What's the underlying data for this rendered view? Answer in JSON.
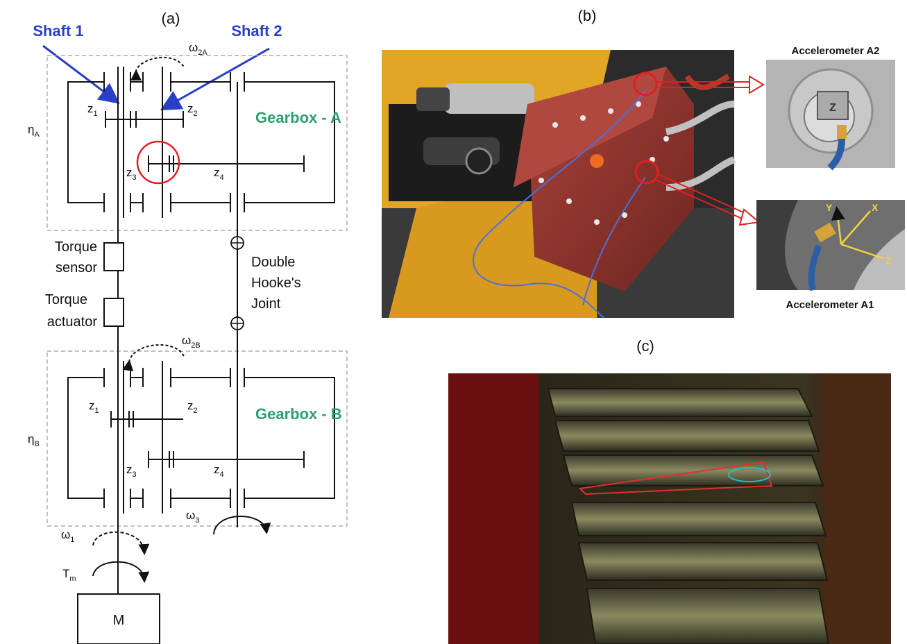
{
  "panels": {
    "a": "(a)",
    "b": "(b)",
    "c": "(c)"
  },
  "shafts": {
    "shaft1": "Shaft 1",
    "shaft2": "Shaft 2"
  },
  "gearboxes": {
    "a": "Gearbox - A",
    "b": "Gearbox - B"
  },
  "symbols": {
    "omega": "ω",
    "eta": "η",
    "z": "z",
    "T": "T",
    "sub_2A": "2A",
    "sub_2B": "2B",
    "sub_1": "1",
    "sub_3": "3",
    "sub_A": "A",
    "sub_B": "B",
    "sub_m": "m",
    "sub_z1": "1",
    "sub_z2": "2",
    "sub_z3": "3",
    "sub_z4": "4"
  },
  "components": {
    "torque_sensor": [
      "Torque",
      "sensor"
    ],
    "torque_actuator": [
      "Torque",
      "actuator"
    ],
    "hooke": [
      "Double",
      "Hooke's",
      "Joint"
    ],
    "motor": "M"
  },
  "accelerometers": {
    "a1": "Accelerometer A1",
    "a2": "Accelerometer A2"
  },
  "axes": {
    "x": "X",
    "y": "Y",
    "z": "Z",
    "sensor_face": "Z"
  },
  "colors": {
    "shaft_blue": "#2a3fc9",
    "gearbox_green": "#2ca06e",
    "highlight_red": "#e02020",
    "axis_yellow": "#f2d43a"
  }
}
